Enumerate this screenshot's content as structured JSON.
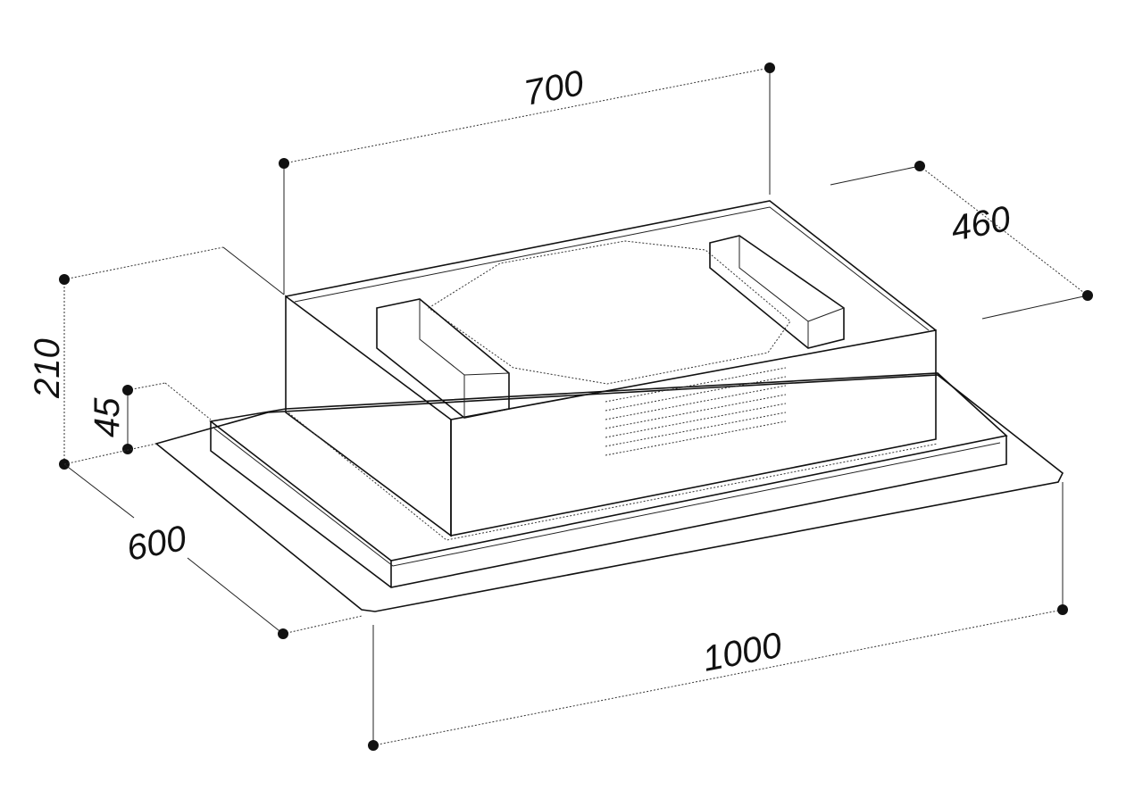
{
  "drawing": {
    "title": "Ceiling hood dimension drawing",
    "dimensions": {
      "width_top": "700",
      "depth_top": "460",
      "height_total": "210",
      "height_frame": "45",
      "depth_plate": "600",
      "width_plate": "1000"
    },
    "colors": {
      "line": "#111111",
      "background": "#ffffff"
    }
  }
}
